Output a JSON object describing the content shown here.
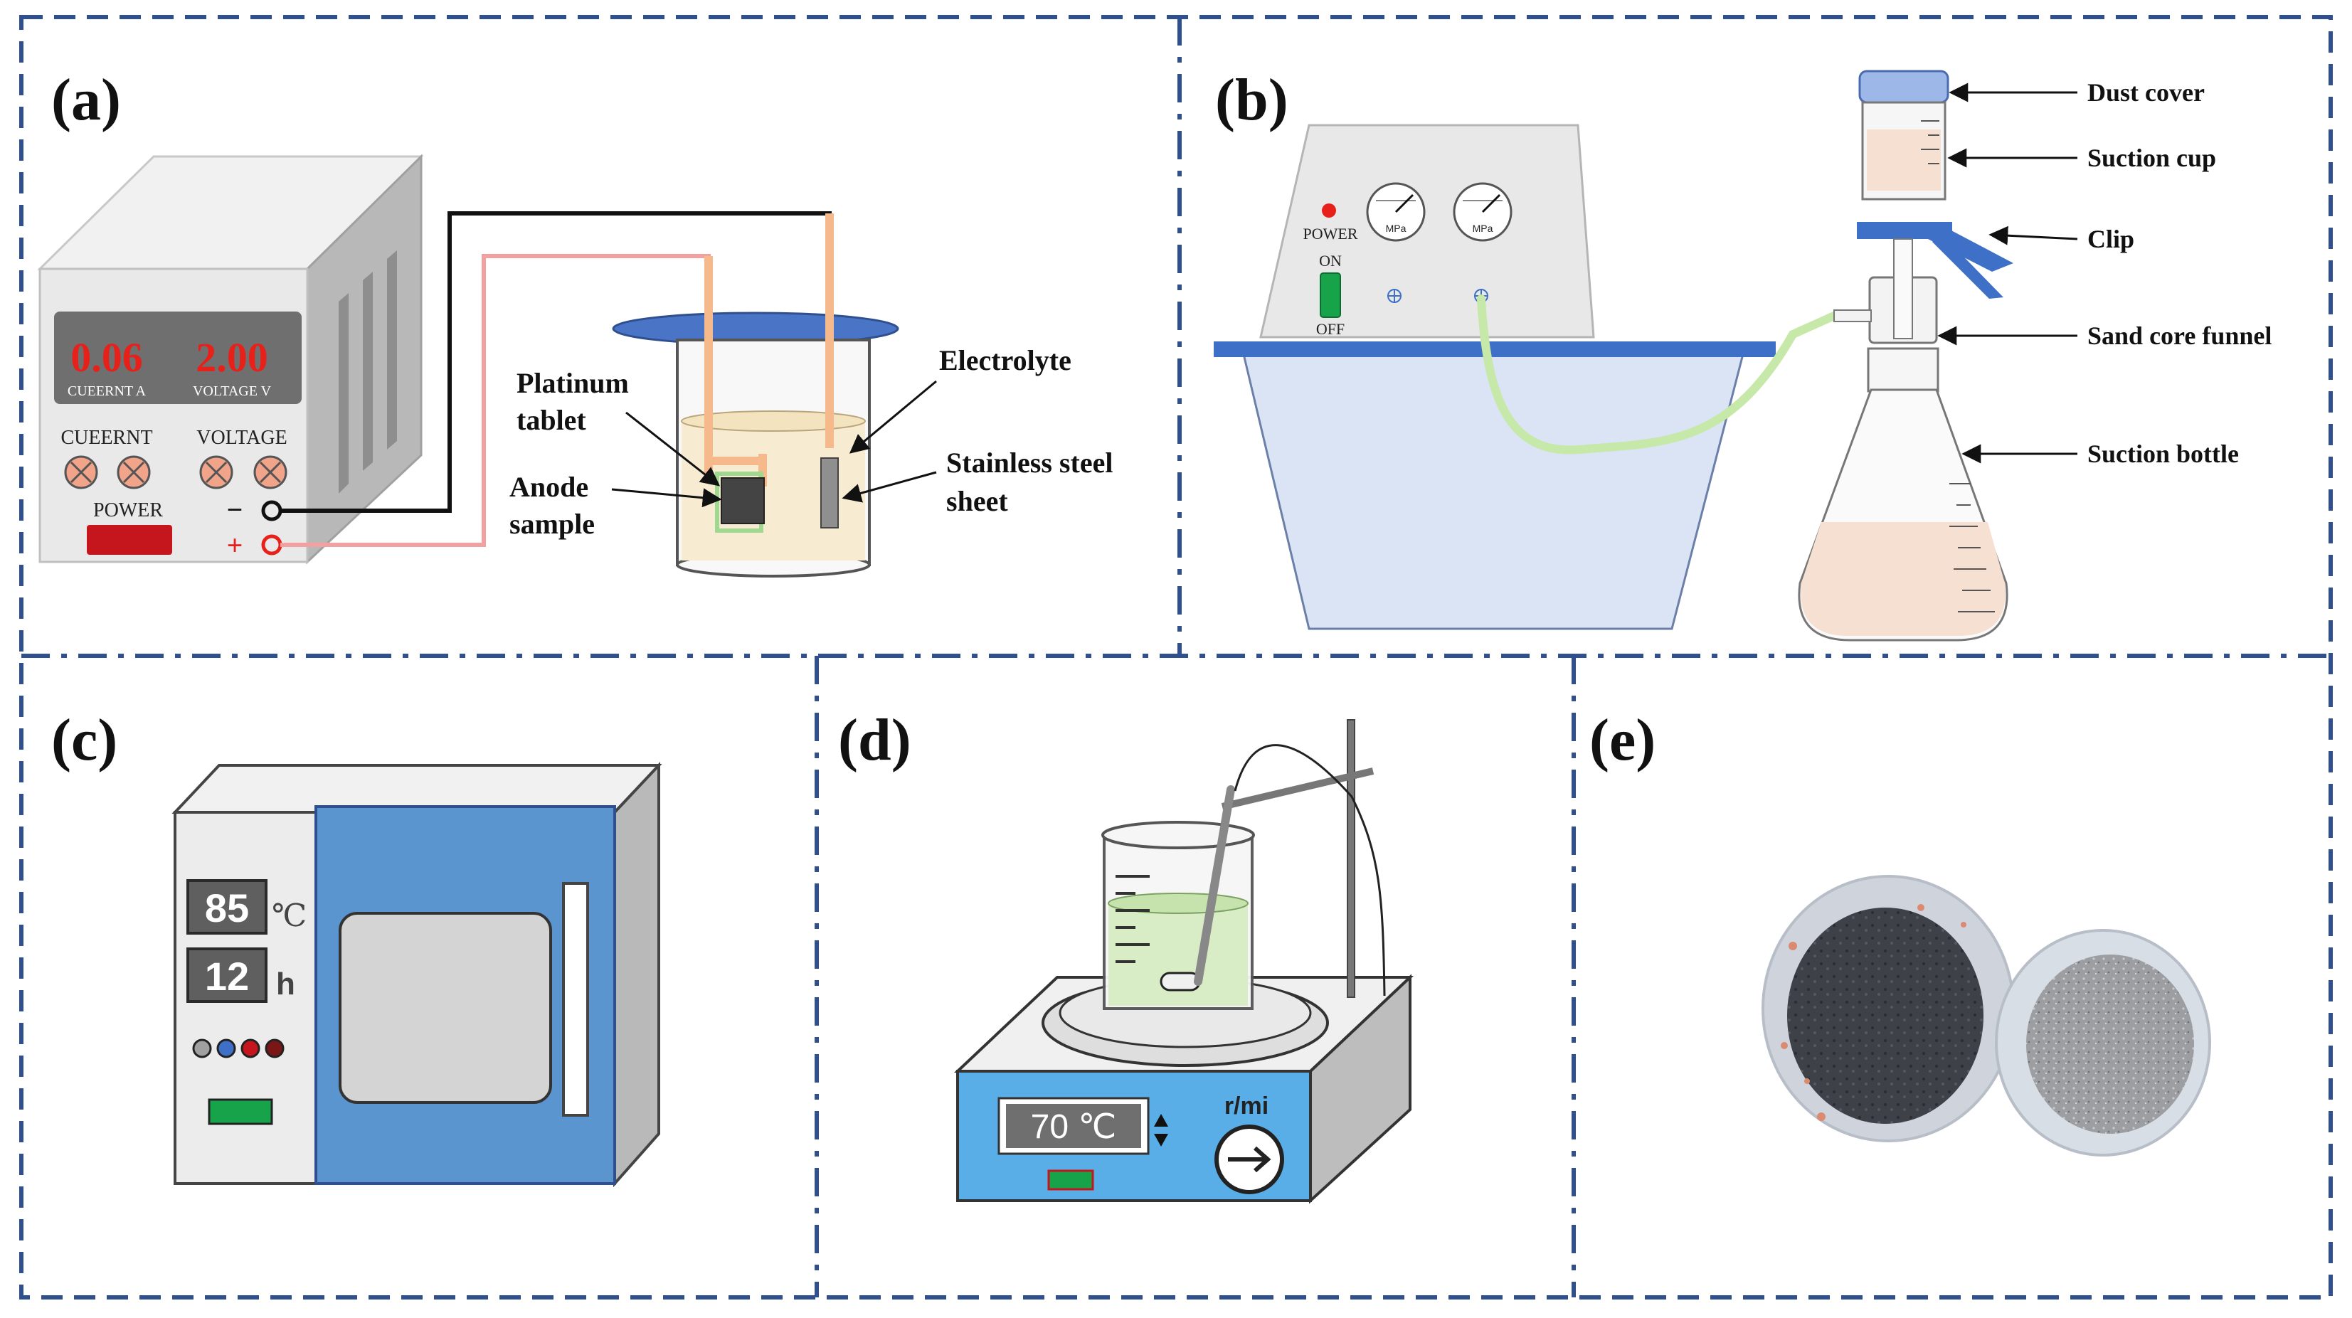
{
  "panels": {
    "a": {
      "label": "(a)",
      "display_current": "0.06",
      "display_current_caption": "CUEERNT  A",
      "display_voltage": "2.00",
      "display_voltage_caption": "VOLTAGE  V",
      "knob_label_current": "CUEERNT",
      "knob_label_voltage": "VOLTAGE",
      "power_label": "POWER",
      "minus": "−",
      "plus": "+",
      "callouts": {
        "platinum_1": "Platinum",
        "platinum_2": "tablet",
        "anode_1": "Anode",
        "anode_2": "sample",
        "electrolyte": "Electrolyte",
        "steel_1": "Stainless steel",
        "steel_2": "sheet"
      }
    },
    "b": {
      "label": "(b)",
      "power_label": "POWER",
      "gauge_unit_1": "MPa",
      "gauge_unit_2": "MPa",
      "on_label": "ON",
      "off_label": "OFF",
      "callouts": {
        "dust_cover": "Dust cover",
        "suction_cup": "Suction cup",
        "clip": "Clip",
        "sand_core_funnel": "Sand core funnel",
        "suction_bottle": "Suction bottle"
      }
    },
    "c": {
      "label": "(c)",
      "temp_value": "85",
      "temp_unit": "℃",
      "time_value": "12",
      "time_unit": "h"
    },
    "d": {
      "label": "(d)",
      "display_text": "70 ℃",
      "speed_label": "r/mi"
    },
    "e": {
      "label": "(e)"
    }
  },
  "colors": {
    "frame_dash": "#2f4f8f",
    "display_red": "#e8201a",
    "accent_blue": "#3f70c8",
    "tube_green": "#c6e8a8",
    "oven_blue": "#5b95cf",
    "stirrer_blue": "#5aaee8",
    "green_button": "#16a34a"
  }
}
